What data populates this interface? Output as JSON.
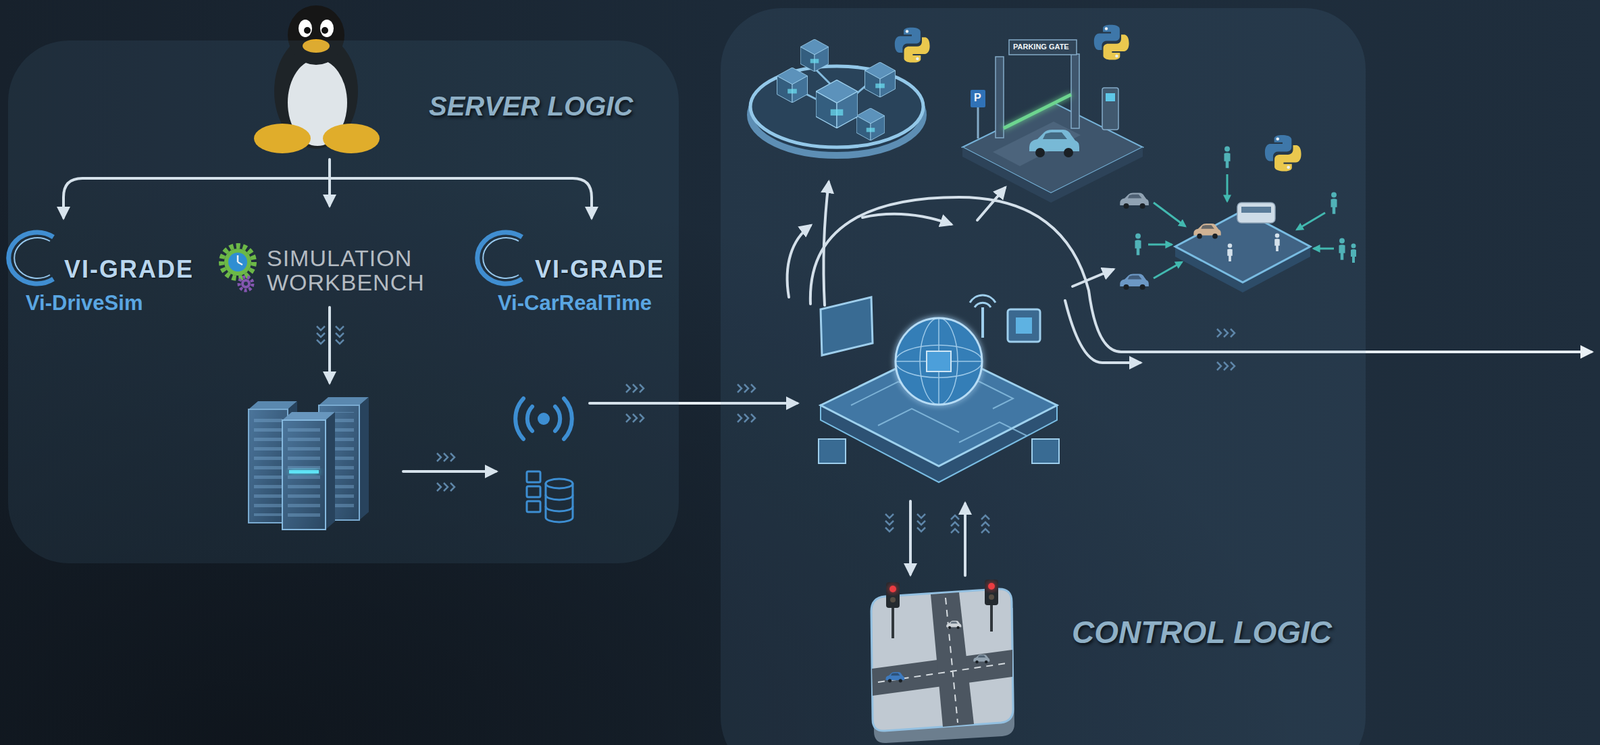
{
  "diagram": {
    "nodes": [
      {
        "text": [
          "SERVER LOGIC"
        ]
      },
      {
        "text": [
          "VI-GRADE",
          "Vi-DriveSim"
        ],
        "in": 0
      },
      {
        "text": [
          "SIMULATION WORKBENCH"
        ],
        "in": 0
      },
      {
        "text": [
          "VI-GRADE",
          "Vi-CarRealTime"
        ],
        "in": 0
      },
      {
        "text": [
          "CONTROL LOGIC"
        ]
      }
    ],
    "labels": [
      "PARKING GATE",
      "P"
    ]
  }
}
